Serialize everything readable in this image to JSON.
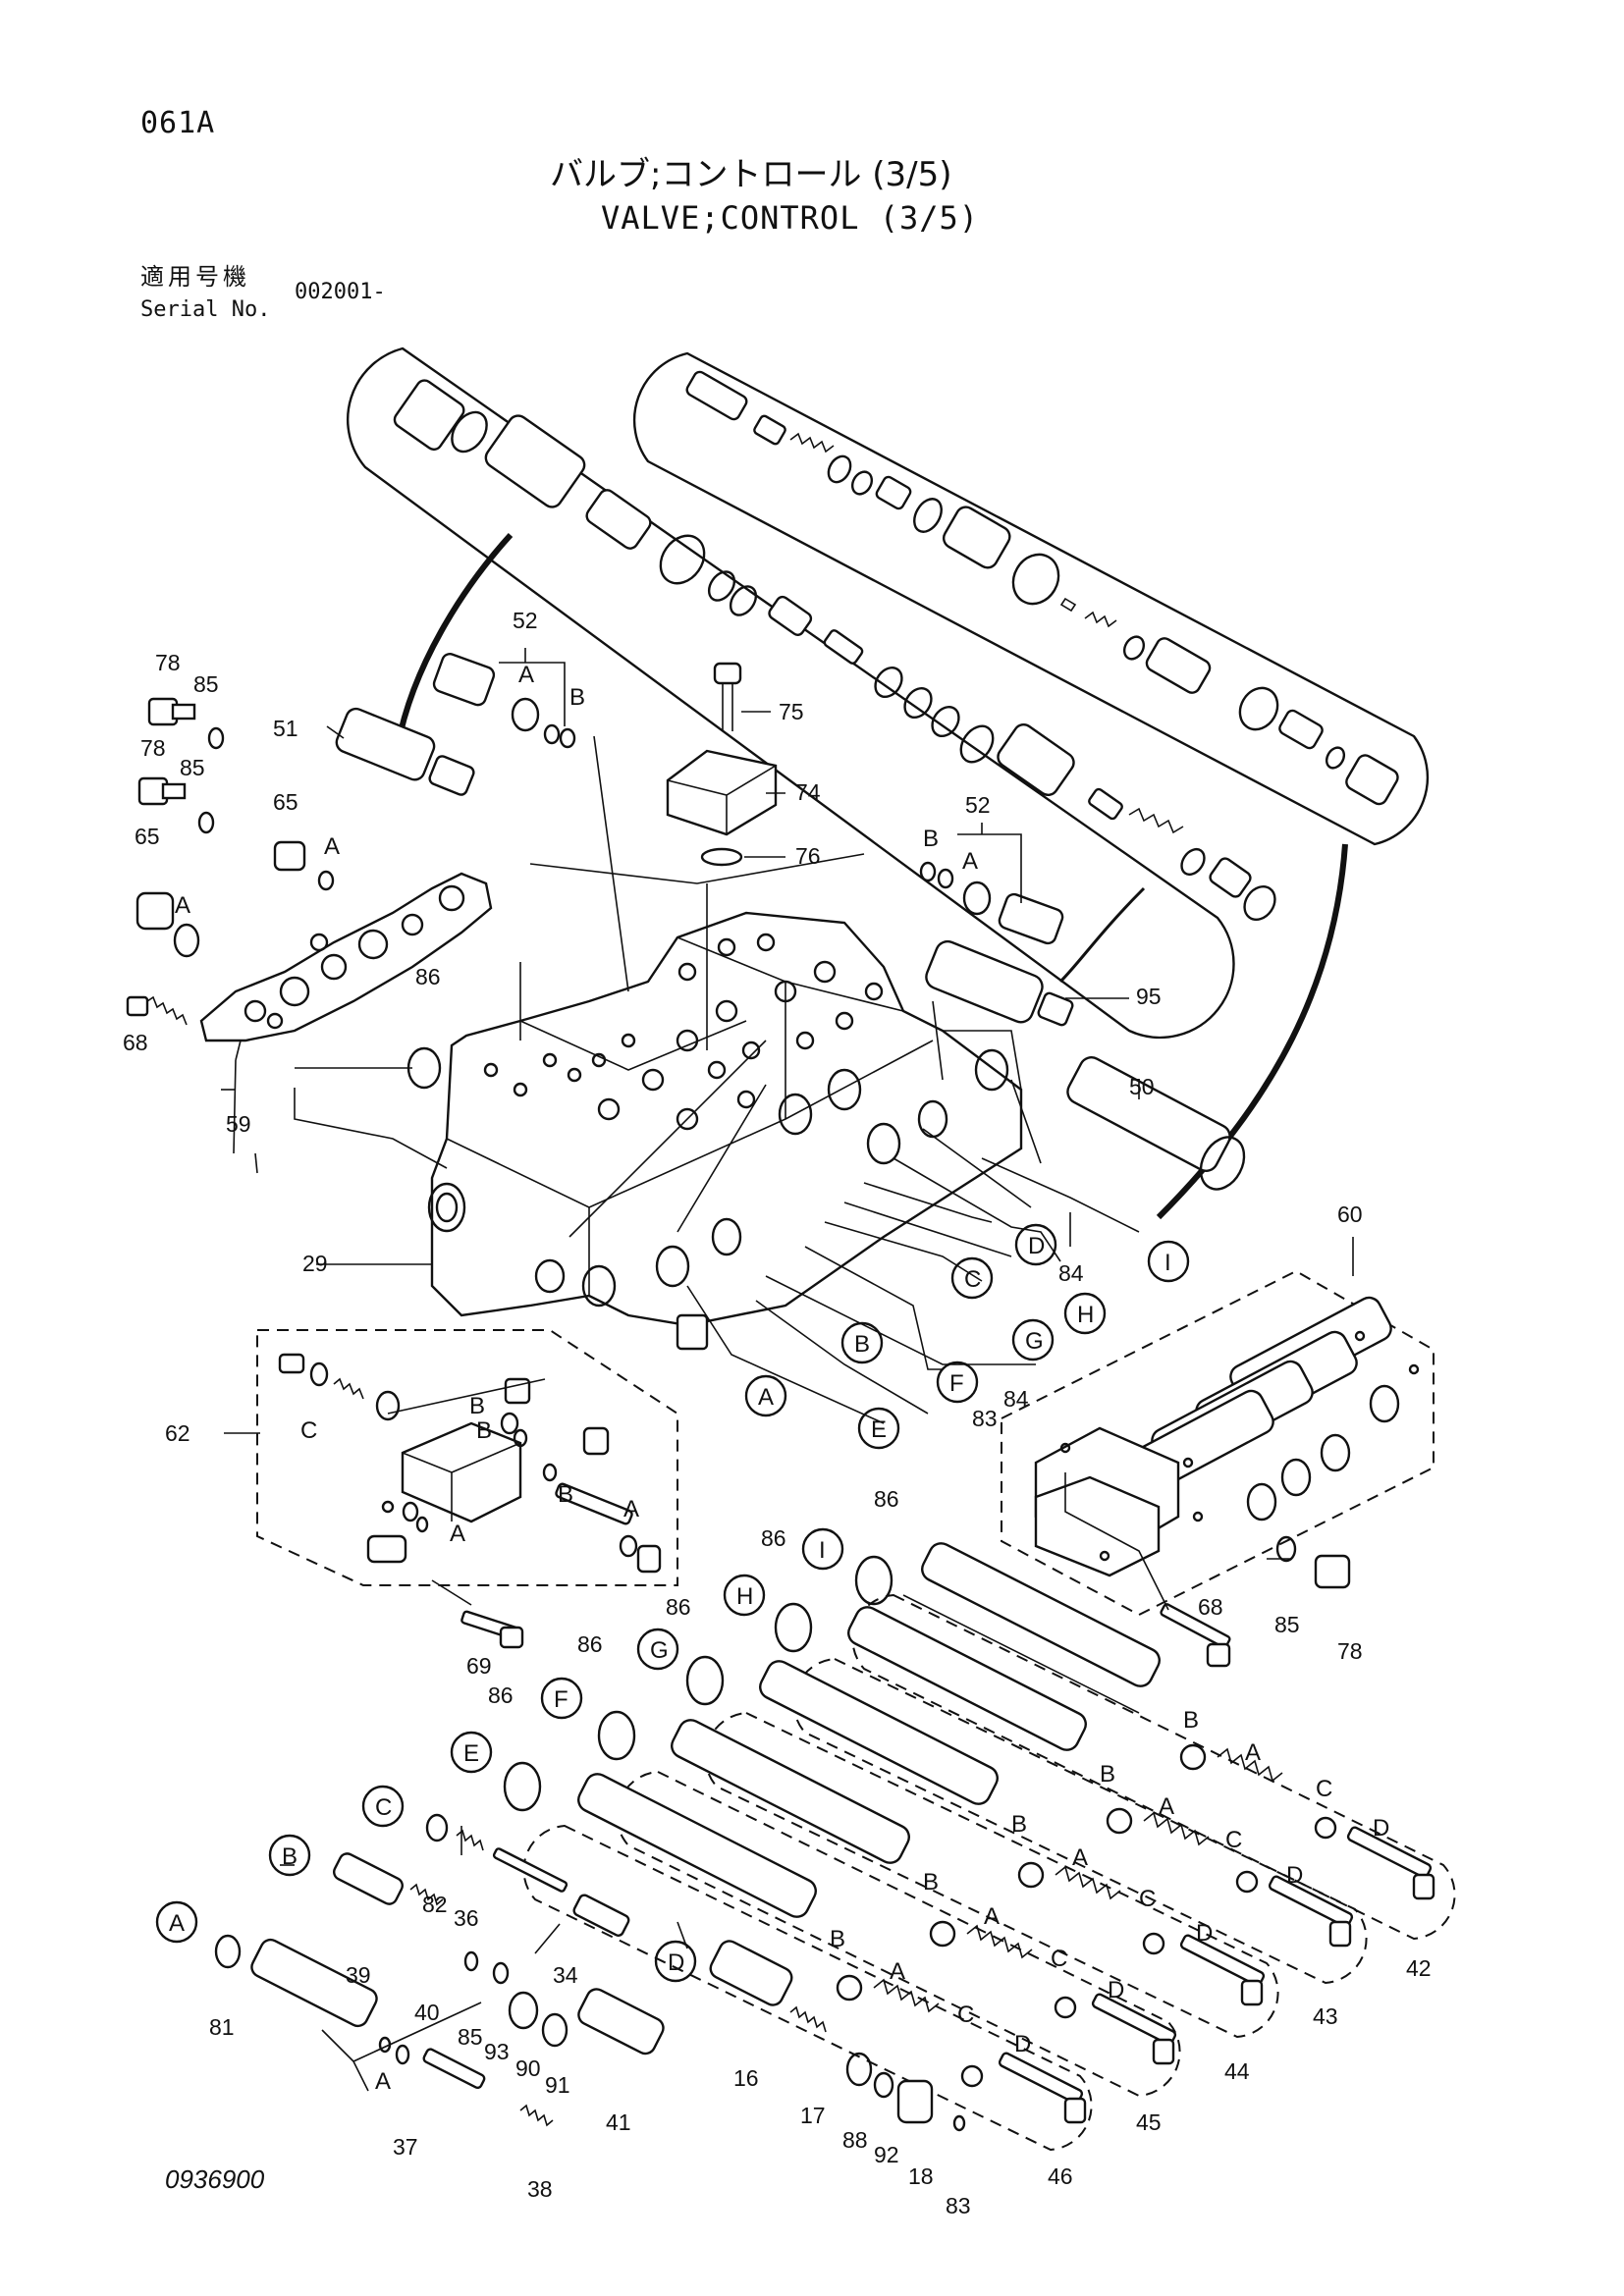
{
  "header": {
    "page_code": "061A",
    "title_jp": "バルブ;コントロール (3/5)",
    "title_en": "VALVE;CONTROL (3/5)",
    "serial_label_jp": "適用号機",
    "serial_label_en": "Serial No.",
    "serial_value": "002001-"
  },
  "footer": {
    "doc_number": "0936900"
  },
  "callouts": {
    "p16": "16",
    "p17": "17",
    "p18": "18",
    "p29": "29",
    "p34": "34",
    "p36": "36",
    "p37": "37",
    "p38": "38",
    "p39": "39",
    "p40": "40",
    "p41": "41",
    "p42": "42",
    "p43": "43",
    "p44": "44",
    "p45": "45",
    "p46": "46",
    "p50": "50",
    "p51": "51",
    "p52": "52",
    "p59": "59",
    "p60": "60",
    "p62": "62",
    "p65": "65",
    "p68": "68",
    "p69": "69",
    "p74": "74",
    "p75": "75",
    "p76": "76",
    "p78": "78",
    "p81": "81",
    "p82": "82",
    "p83": "83",
    "p84": "84",
    "p85": "85",
    "p86": "86",
    "p88": "88",
    "p90": "90",
    "p91": "91",
    "p92": "92",
    "p93": "93",
    "p95": "95"
  },
  "letters": {
    "A": "A",
    "B": "B",
    "C": "C",
    "D": "D",
    "E": "E",
    "F": "F",
    "G": "G",
    "H": "H",
    "I": "I"
  }
}
